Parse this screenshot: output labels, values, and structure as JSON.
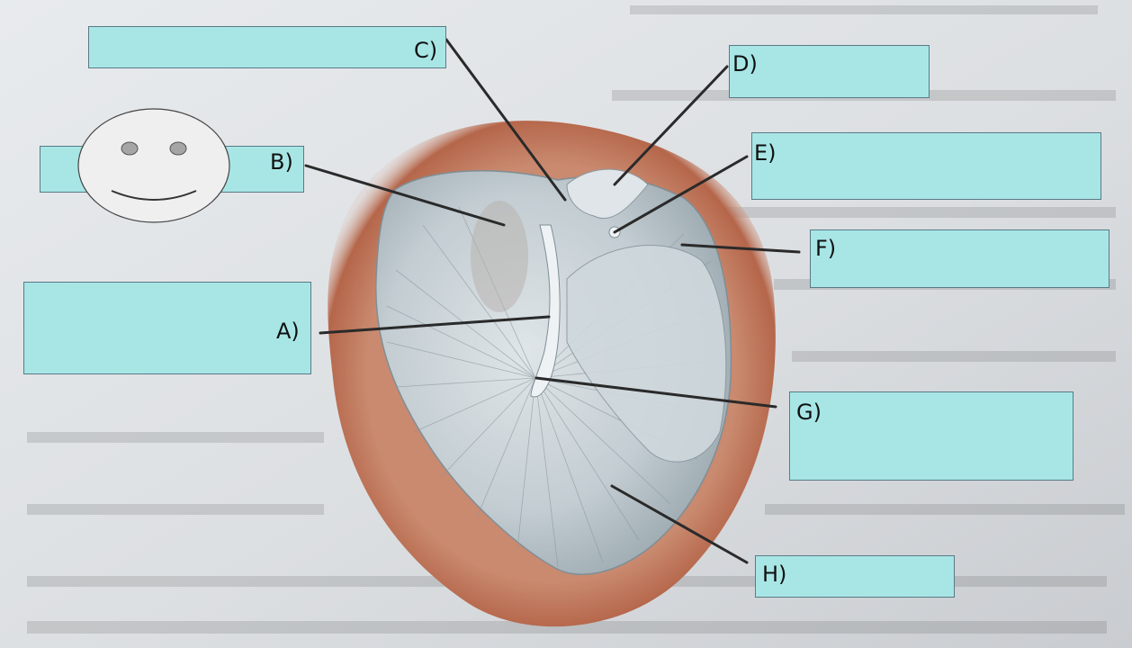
{
  "labels": {
    "a": "A)",
    "b": "B)",
    "c": "C)",
    "d": "D)",
    "e": "E)",
    "f": "F)",
    "g": "G)",
    "h": "H)"
  },
  "colors": {
    "answer_box": "#a8e6e6",
    "pericardium": "#b86a4e",
    "membrane": "#c9d3d8",
    "leader_line": "#2a2a2a"
  },
  "icons": {
    "placeholder_face": "smiley-face-icon"
  }
}
